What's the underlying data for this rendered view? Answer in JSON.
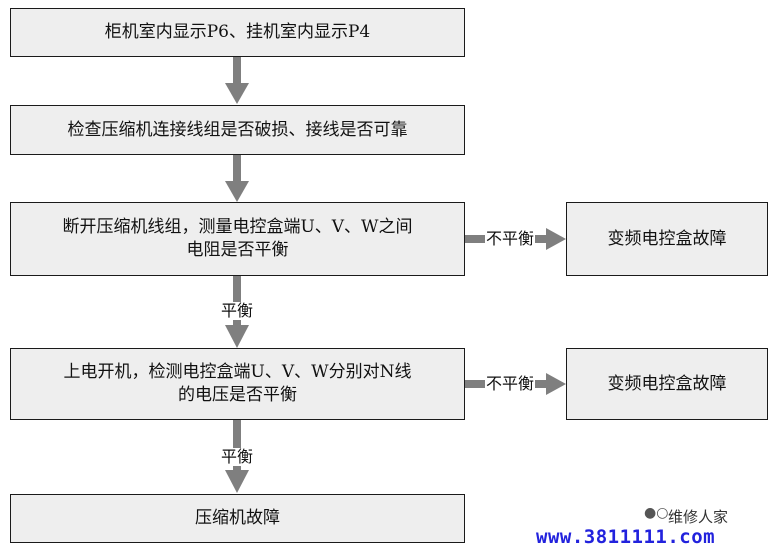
{
  "steps": [
    {
      "lines": [
        "柜机室内显示P6、挂机室内显示P4"
      ]
    },
    {
      "lines": [
        "检查压缩机连接线组是否破损、接线是否可靠"
      ]
    },
    {
      "lines": [
        "断开压缩机线组，测量电控盒端U、V、W之间",
        "电阻是否平衡"
      ]
    },
    {
      "lines": [
        "上电开机，检测电控盒端U、V、W分别对N线",
        "的电压是否平衡"
      ]
    },
    {
      "lines": [
        "压缩机故障"
      ]
    }
  ],
  "side_results": [
    {
      "text": "变频电控盒故障"
    },
    {
      "text": "变频电控盒故障"
    }
  ],
  "edge_labels": {
    "unbalanced_1": "不平衡",
    "unbalanced_2": "不平衡",
    "balanced_1": "平衡",
    "balanced_2": "平衡"
  },
  "watermark": {
    "icon": "wechat-icon",
    "name": "维修人家",
    "url": "www.3811111.com"
  },
  "colors": {
    "box_fill": "#eeeeee",
    "arrow": "#7f7f7f",
    "border": "#1a1a1a",
    "url": "#2222dd"
  }
}
